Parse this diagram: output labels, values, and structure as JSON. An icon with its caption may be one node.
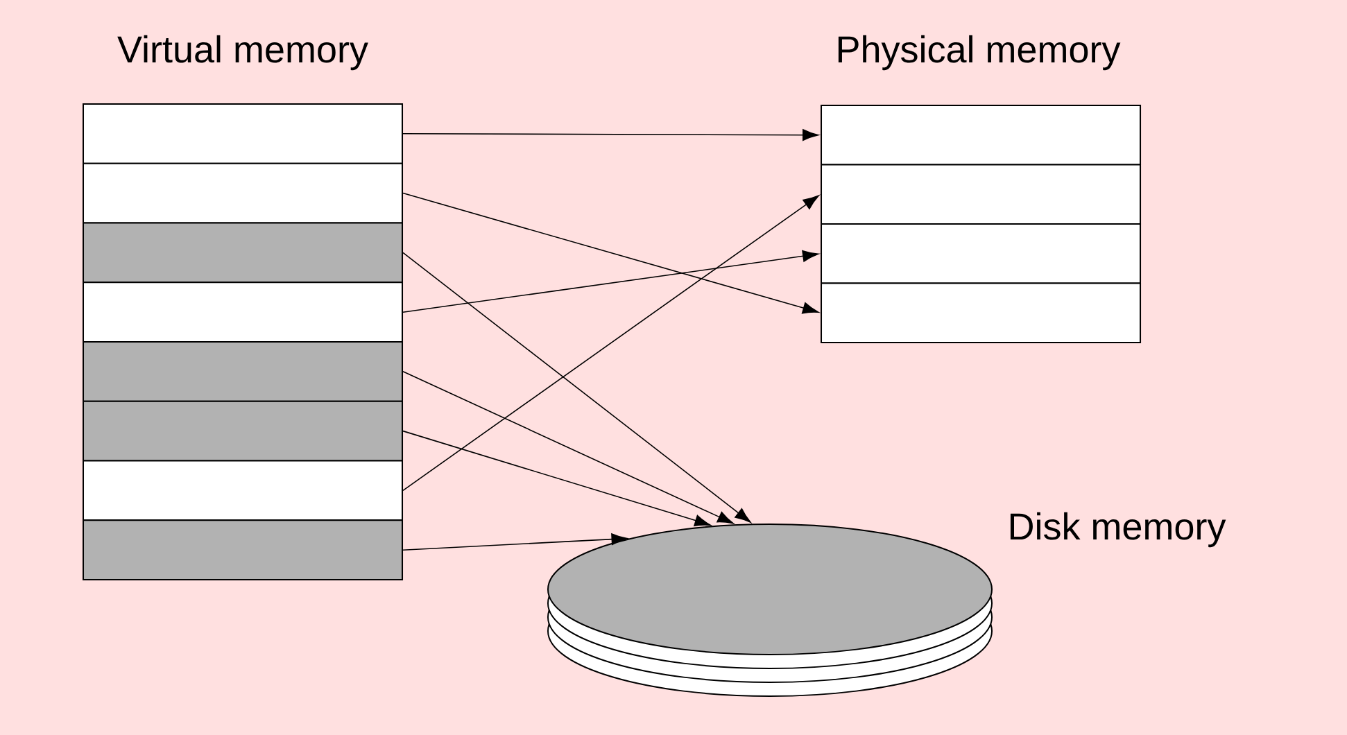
{
  "diagram": {
    "nodes": [
      {
        "text": [
          "Virtual memory"
        ]
      },
      {
        "text": [],
        "shape": "box",
        "in": 0
      },
      {
        "text": [],
        "shape": "box",
        "in": 0
      },
      {
        "text": [],
        "shape": "box",
        "in": 0
      },
      {
        "text": [],
        "shape": "box",
        "in": 0
      },
      {
        "text": [],
        "shape": "box",
        "in": 0
      },
      {
        "text": [],
        "shape": "box",
        "in": 0
      },
      {
        "text": [],
        "shape": "box",
        "in": 0
      },
      {
        "text": [],
        "shape": "box",
        "in": 0
      },
      {
        "text": [
          "Physical memory"
        ]
      },
      {
        "text": [],
        "shape": "box",
        "in": 9
      },
      {
        "text": [],
        "shape": "box",
        "in": 9
      },
      {
        "text": [],
        "shape": "box",
        "in": 9
      },
      {
        "text": [],
        "shape": "box",
        "in": 9
      },
      {
        "text": [
          "Disk memory"
        ]
      }
    ],
    "edges": [
      {
        "from": 1,
        "to": 10,
        "arrow": "to"
      },
      {
        "from": 2,
        "to": 13,
        "arrow": "to"
      },
      {
        "from": 3,
        "to": 14,
        "arrow": "to"
      },
      {
        "from": 4,
        "to": 12,
        "arrow": "to"
      },
      {
        "from": 5,
        "to": 14,
        "arrow": "to"
      },
      {
        "from": 6,
        "to": 14,
        "arrow": "to"
      },
      {
        "from": 7,
        "to": 11,
        "arrow": "to"
      },
      {
        "from": 8,
        "to": 14,
        "arrow": "to"
      }
    ]
  }
}
